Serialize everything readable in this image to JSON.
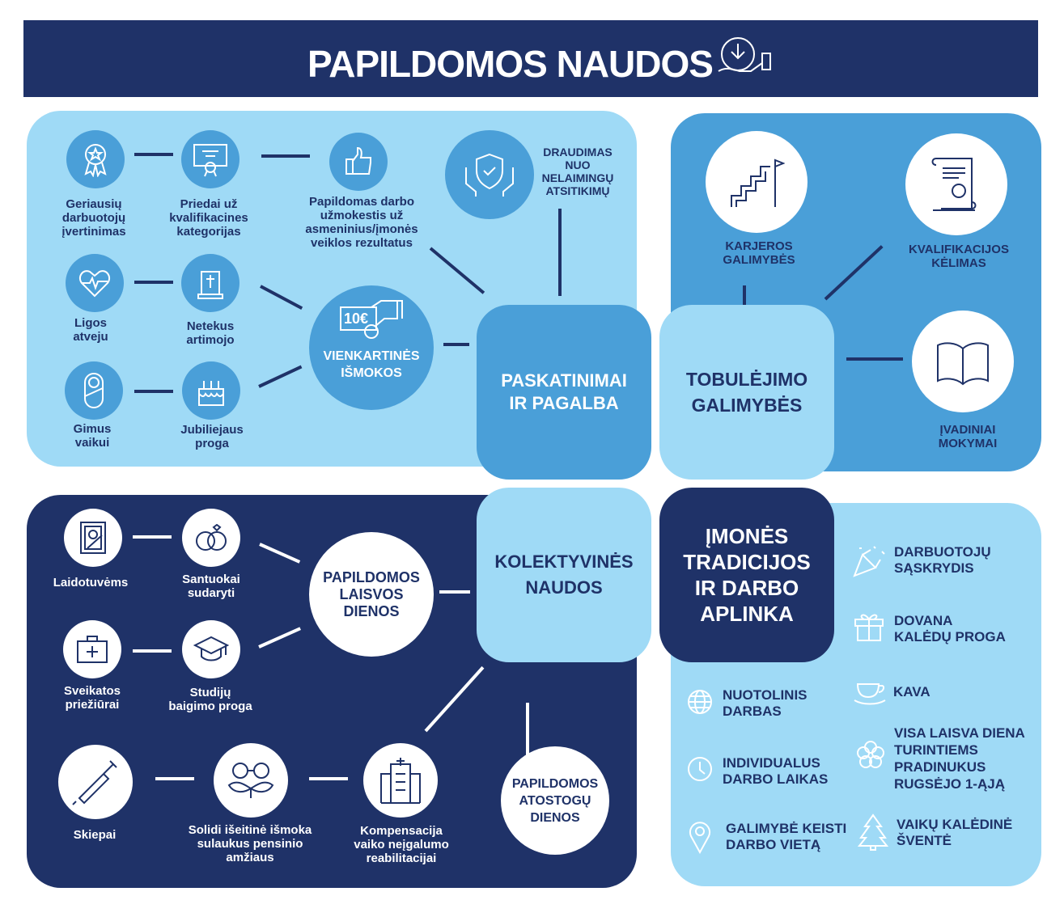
{
  "title": "PAPILDOMOS NAUDOS",
  "colors": {
    "navy": "#1f3268",
    "mid": "#4a9fd8",
    "light": "#9fdaf6"
  },
  "centers": {
    "paskatinimai": "PASKATINIMAI\nIR PAGALBA",
    "tobulejimo": "TOBULĖJIMO\nGALIMYBĖS",
    "kolektyvines": "KOLEKTYVINĖS\nNAUDOS",
    "imones": "ĮMONĖS\nTRADICIJOS\nIR DARBO\nAPLINKA"
  },
  "paskatinimai": {
    "best_employee": "Geriausių\ndarbuotojų\nįvertinimas",
    "qualification_bonus": "Priedai už\nkvalifikacines\nkategorijas",
    "extra_pay": "Papildomas darbo\nužmokestis už\nasmeninius/įmonės\nveiklos rezultatus",
    "insurance": "DRAUDIMAS\nNUO\nNELAIMINGŲ\nATSITIKIMŲ",
    "illness": "Ligos\natveju",
    "bereavement": "Netekus\nartimojo",
    "birth": "Gimus\nvaikui",
    "jubilee": "Jubiliejaus\nproga",
    "one_time": "VIENKARTINĖS\nIŠMOKOS",
    "money_icon_text": "10€"
  },
  "tobulejimo": {
    "career": "KARJEROS\nGALIMYBĖS",
    "qualification": "KVALIFIKACIJOS\nKĖLIMAS",
    "intro": "ĮVADINIAI\nMOKYMAI"
  },
  "kolektyvines": {
    "funeral": "Laidotuvėms",
    "marriage": "Santuokai\nsudaryti",
    "extra_days": "PAPILDOMOS\nLAISVOS\nDIENOS",
    "health": "Sveikatos\npriežiūrai",
    "graduation": "Studijų\nbaigimo proga",
    "vaccines": "Skiepai",
    "retirement": "Solidi išeitinė išmoka\nsulaukus pensinio\namžiaus",
    "compensation": "Kompensacija\nvaiko neįgalumo\nreabilitacijai",
    "extra_vacation": "PAPILDOMOS\nATOSTOGŲ\nDIENOS"
  },
  "imones": {
    "gathering": "DARBUOTOJŲ\nSĄSKRYDIS",
    "gift": "DOVANA\nKALĖDŲ PROGA",
    "remote": "NUOTOLINIS\nDARBAS",
    "coffee": "KAVA",
    "flex_time": "INDIVIDUALUS\nDARBO LAIKAS",
    "sept_day": "VISA LAISVA DIENA\nTURINTIEMS\nPRADINUKUS\nRUGSĖJO 1-ĄJĄ",
    "change_place": "GALIMYBĖ KEISTI\nDARBO VIETĄ",
    "kids_xmas": "VAIKŲ KALĖDINĖ\nŠVENTĖ"
  }
}
